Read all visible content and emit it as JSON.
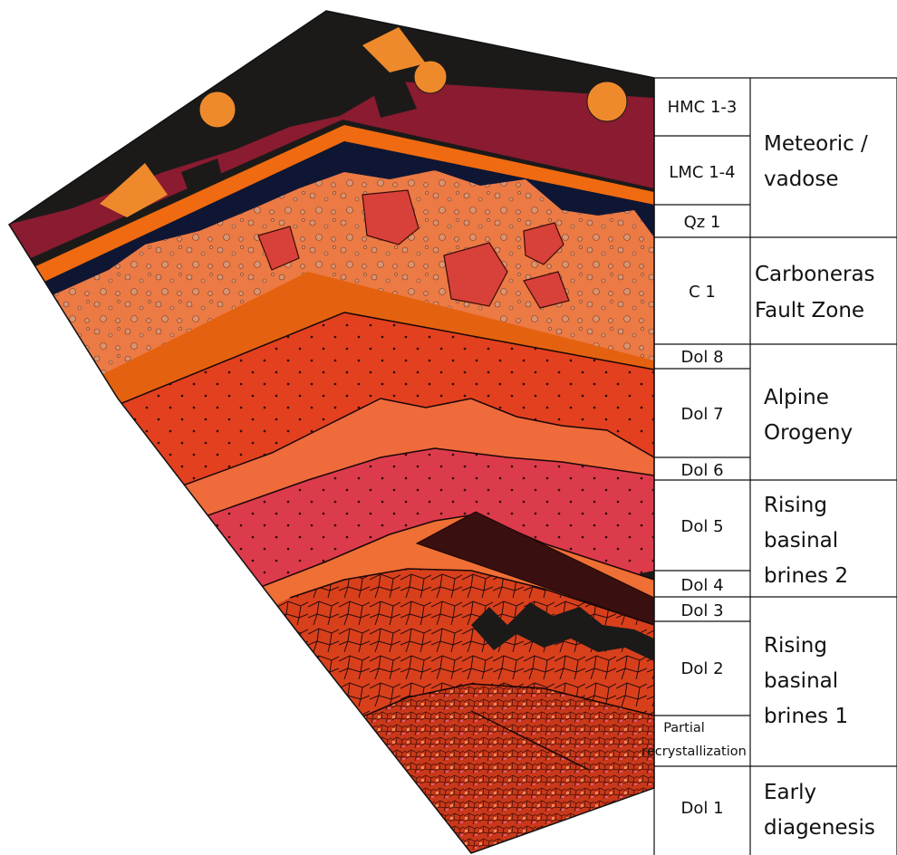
{
  "diagram": {
    "stages": [
      {
        "label": "HMC 1-3"
      },
      {
        "label": "LMC 1-4"
      },
      {
        "label": "Qz 1"
      },
      {
        "label": "C 1"
      },
      {
        "label": "Dol 8"
      },
      {
        "label": "Dol 7"
      },
      {
        "label": "Dol 6"
      },
      {
        "label": "Dol 5"
      },
      {
        "label": "Dol 4"
      },
      {
        "label": "Dol 3"
      },
      {
        "label": "Dol 2"
      },
      {
        "label": "Partial",
        "label2": "recrystallization"
      },
      {
        "label": "Dol 1"
      }
    ],
    "processes": [
      {
        "line1": "Meteoric /",
        "line2": "vadose"
      },
      {
        "line1": "Carboneras",
        "line2": "Fault Zone"
      },
      {
        "line1": "Alpine",
        "line2": "Orogeny"
      },
      {
        "line1": "Rising",
        "line2": "basinal",
        "line3": "brines 2"
      },
      {
        "line1": "Rising",
        "line2": "basinal",
        "line3": "brines 1"
      },
      {
        "line1": "Early",
        "line2": "diagenesis"
      }
    ],
    "colors": {
      "black_top": "#1c1a19",
      "maroon": "#8a1b30",
      "orange_band": "#ef6a10",
      "navy": "#0f1633",
      "c1_fill": "#ec7a45",
      "dol8": "#e4620f",
      "dol7": "#e2401f",
      "dol6": "#ef6b3c",
      "dol5": "#dc3b4c",
      "dol4": "#ef6f35",
      "dark_wedge": "#3a0f10",
      "dol2": "#d8401c",
      "dol1": "#c9381a"
    }
  }
}
